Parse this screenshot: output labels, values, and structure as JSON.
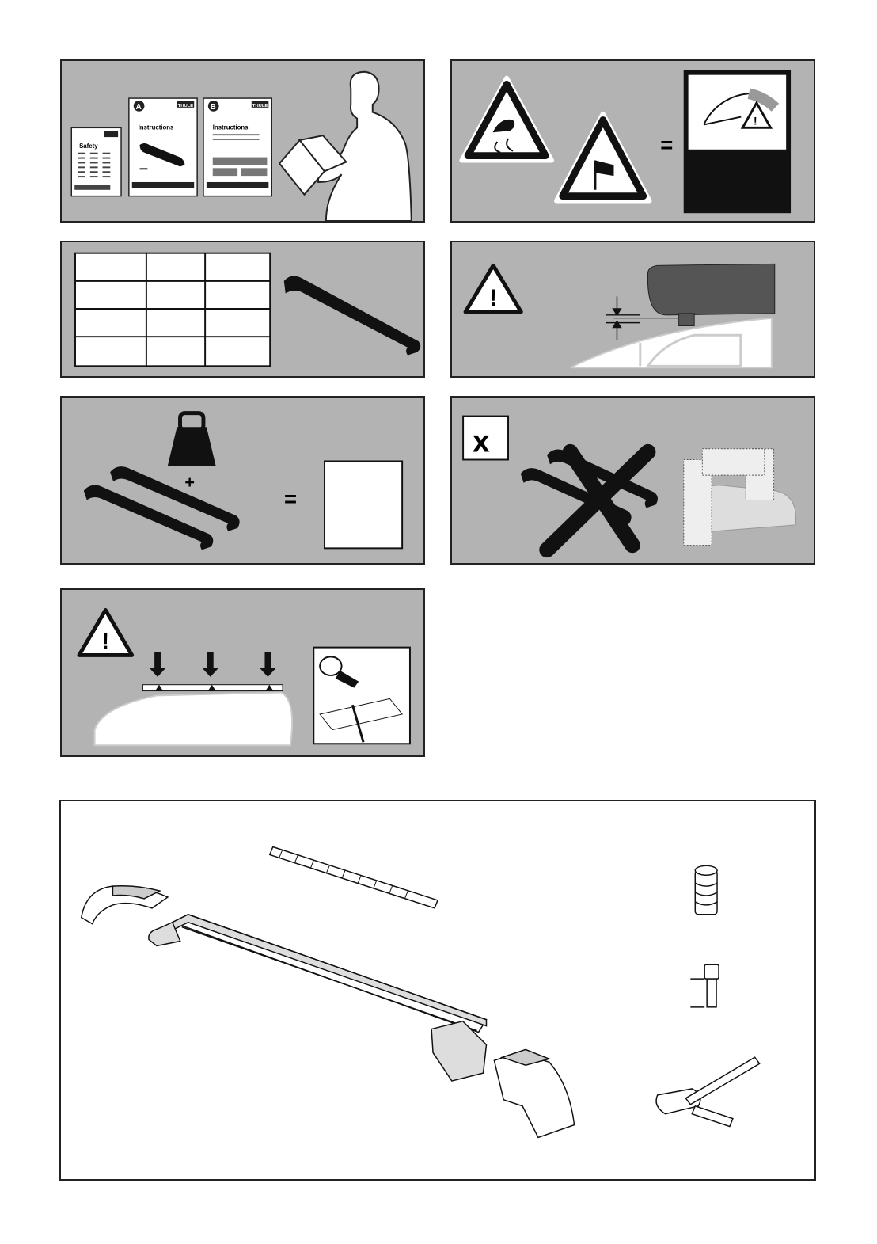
{
  "doc": {
    "brand_logo": "THULE",
    "manual_cover_a": {
      "letter": "A",
      "title": "Instructions"
    },
    "manual_cover_b": {
      "letter": "B",
      "title": "Instructions"
    },
    "safety_booklet": {
      "title": "Safety"
    }
  },
  "symbols": {
    "equals": "=",
    "plus": "+",
    "no_mark": "x",
    "warning_mark": "!"
  },
  "icons": [
    "warning-triangle-icon",
    "slippery-road-icon",
    "windsock-icon",
    "speedometer-icon",
    "weight-icon",
    "cross-icon",
    "arrow-down-icon"
  ],
  "colors": {
    "panel_bg": "#b3b3b3",
    "ink": "#111111",
    "paper": "#ffffff",
    "border": "#222222"
  }
}
